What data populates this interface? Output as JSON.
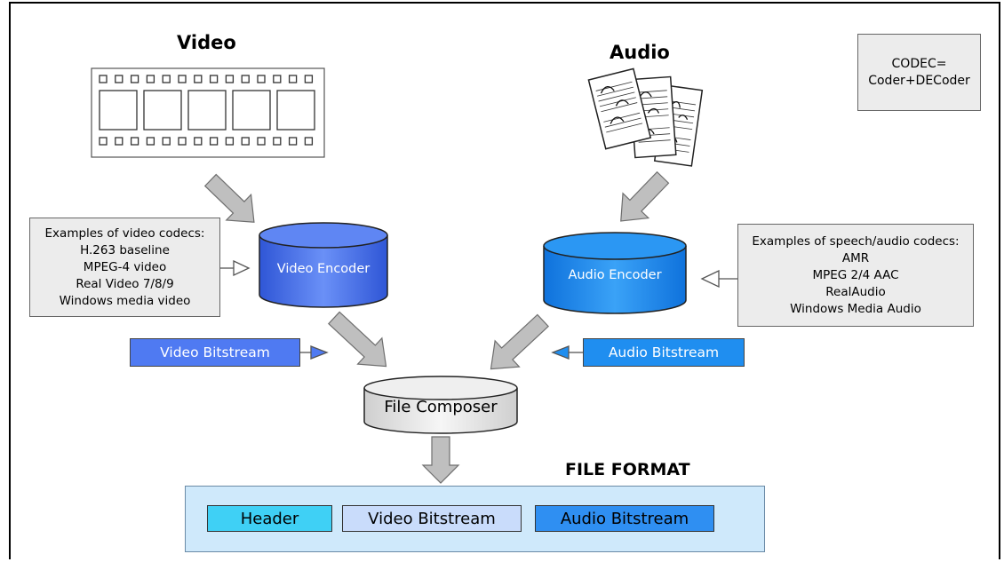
{
  "video_title": "Video",
  "audio_title": "Audio",
  "codec_note": {
    "line1": "CODEC=",
    "line2": "Coder+DECoder"
  },
  "video_codecs": {
    "heading": "Examples of video codecs:",
    "items": [
      "H.263 baseline",
      "MPEG-4 video",
      "Real Video 7/8/9",
      "Windows media video"
    ]
  },
  "audio_codecs": {
    "heading": "Examples of speech/audio codecs:",
    "items": [
      "AMR",
      "MPEG 2/4 AAC",
      "RealAudio",
      "Windows Media Audio"
    ]
  },
  "video_encoder": "Video Encoder",
  "audio_encoder": "Audio Encoder",
  "video_bitstream": "Video Bitstream",
  "audio_bitstream": "Audio Bitstream",
  "file_composer": "File Composer",
  "file_format": {
    "title": "FILE FORMAT",
    "fields": [
      "Header",
      "Video Bitstream",
      "Audio Bitstream"
    ]
  },
  "colors": {
    "video_blue": "#4f7af2",
    "audio_blue": "#1f8ef0",
    "composer_gray": "#e6e6e6",
    "format_panel": "#cfe9fb",
    "header_cyan": "#3fd0f5",
    "video_field": "#c9dcfb",
    "audio_field": "#2f8ff2"
  }
}
